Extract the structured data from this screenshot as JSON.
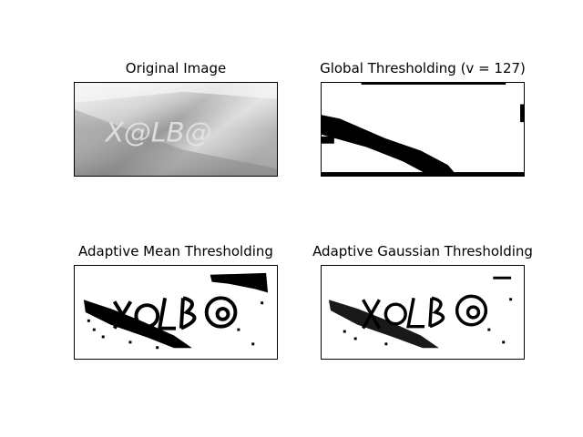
{
  "figure": {
    "panels": [
      {
        "title": "Original Image"
      },
      {
        "title": "Global Thresholding (v = 127)"
      },
      {
        "title": "Adaptive Mean Thresholding"
      },
      {
        "title": "Adaptive Gaussian Thresholding"
      }
    ],
    "captcha_text": "X@LB@",
    "colors": {
      "ink": "#000000",
      "paper": "#ffffff",
      "gray_dark": "#8a8a8a",
      "gray_light": "#e6e6e6"
    }
  }
}
